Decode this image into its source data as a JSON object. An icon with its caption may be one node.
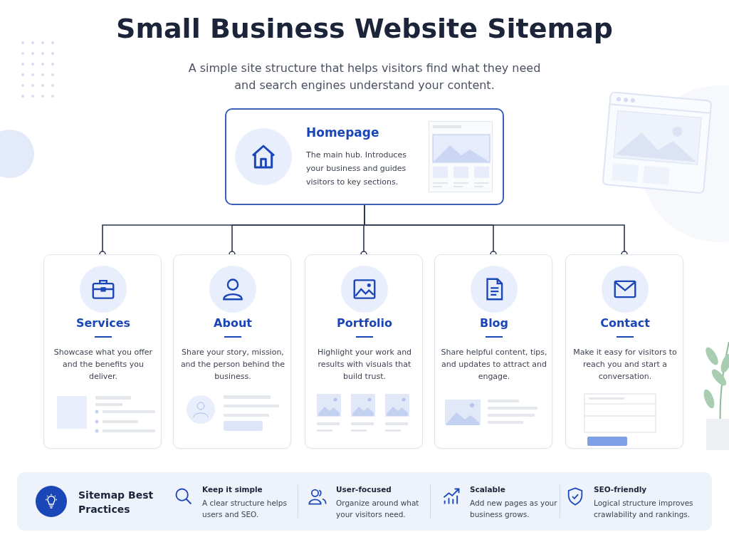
{
  "diagram": {
    "title": "Small Business Website Sitemap",
    "caption": "A simple site structure that helps visitors find what they need and search engines understand your content.",
    "nodes": [
      {
        "text": [
          "Homepage",
          "The main hub. Introduces your business and guides visitors to key sections."
        ]
      },
      {
        "text": [
          "Services",
          "Showcase what you offer and the benefits you deliver."
        ]
      },
      {
        "text": [
          "About",
          "Share your story, mission, and the person behind the business."
        ]
      },
      {
        "text": [
          "Portfolio",
          "Highlight your work and results with visuals that build trust."
        ]
      },
      {
        "text": [
          "Blog",
          "Share helpful content, tips, and updates to attract and engage."
        ]
      },
      {
        "text": [
          "Contact",
          "Make it easy for visitors to reach you and start a conversation."
        ]
      },
      {
        "text": [
          "Sitemap Best Practices"
        ]
      },
      {
        "text": [
          "Keep it simple",
          "A clear structure helps users and SEO."
        ],
        "in": 6
      },
      {
        "text": [
          "User-focused",
          "Organize around what your visitors need."
        ],
        "in": 6
      },
      {
        "text": [
          "Scalable",
          "Add new pages as your business grows."
        ],
        "in": 6
      },
      {
        "text": [
          "SEO-friendly",
          "Logical structure improves crawlability and rankings."
        ],
        "in": 6
      }
    ],
    "edges": [
      {
        "from": 0,
        "to": 1,
        "arrow": "other"
      },
      {
        "from": 0,
        "to": 2,
        "arrow": "other"
      },
      {
        "from": 0,
        "to": 3,
        "arrow": "other"
      },
      {
        "from": 0,
        "to": 4,
        "arrow": "other"
      },
      {
        "from": 0,
        "to": 5,
        "arrow": "other"
      }
    ]
  }
}
